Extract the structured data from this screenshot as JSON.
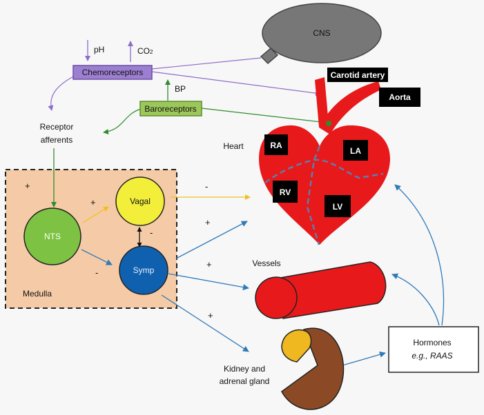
{
  "labels": {
    "cns": "CNS",
    "ph": "pH",
    "co2": "CO",
    "co2_sub": "2",
    "chemoreceptors": "Chemoreceptors",
    "bp": "BP",
    "baroreceptors": "Baroreceptors",
    "receptor_afferents_1": "Receptor",
    "receptor_afferents_2": "afferents",
    "carotid_artery": "Carotid artery",
    "aorta": "Aorta",
    "heart": "Heart",
    "ra": "RA",
    "la": "LA",
    "rv": "RV",
    "lv": "LV",
    "vagal": "Vagal",
    "nts": "NTS",
    "symp": "Symp",
    "medulla": "Medulla",
    "vessels": "Vessels",
    "kidney_1": "Kidney and",
    "kidney_2": "adrenal gland",
    "hormones_1": "Hormones",
    "hormones_2": "e.g., RAAS"
  },
  "signs": {
    "medulla_plus": "+",
    "nts_vagal_plus": "+",
    "vagal_heart_minus": "-",
    "vagal_symp_minus": "-",
    "nts_symp_minus": "-",
    "symp_heart_plus": "+",
    "symp_vessels_plus": "+",
    "symp_kidney_plus": "+"
  },
  "colors": {
    "chemo": "#8e6cc8",
    "baro": "#2e8b2e",
    "symp": "#2f7ab8",
    "vagal_arrow": "#f0c020",
    "heart": "#e8191b",
    "medulla_fill": "#f5cba7",
    "cns_fill": "#777777",
    "nts_fill": "#7dc242",
    "vagal_fill": "#f2ee3a",
    "symp_fill": "#1060b0",
    "kidney_fill": "#8b4a25",
    "adrenal_fill": "#f0b820"
  }
}
